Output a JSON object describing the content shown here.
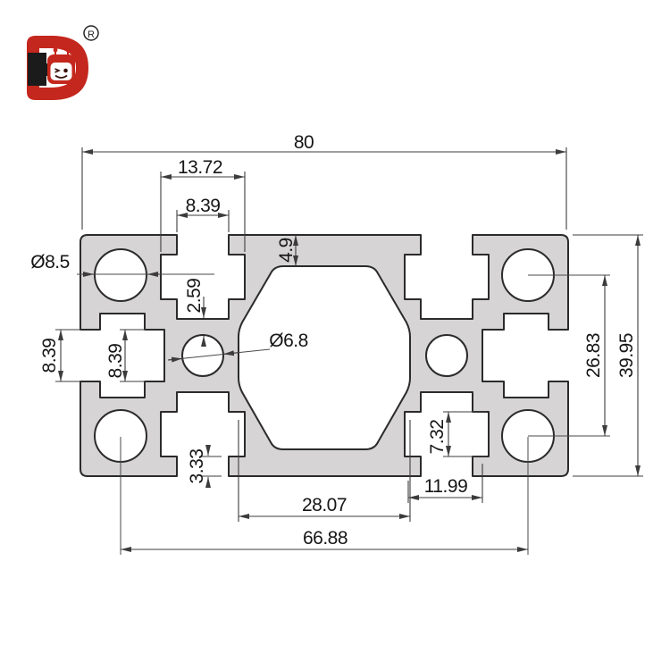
{
  "page": {
    "background": "#ffffff"
  },
  "logo": {
    "registered_mark": "R",
    "colors": {
      "red": "#c4271d",
      "black": "#1b1b1b",
      "face": "#ffffff",
      "features": "#3a120c"
    }
  },
  "drawing": {
    "type": "aluminium-profile-cross-section",
    "profile_fill": "#d6d4d5",
    "outline_color": "#2b2b2b",
    "dimension_color": "#3c3c3c",
    "dimensions": {
      "overall_width": "80",
      "slot_cavity_width": "13.72",
      "slot_opening_width": "8.39",
      "top_wall_thickness": "4.9",
      "slot_to_hole_wall": "2.59",
      "corner_hole_diameter": "Ø8.5",
      "side_slot_opening_height": "8.39",
      "side_slot_inner_height": "8.39",
      "center_hole_diameter": "Ø6.8",
      "hole_vertical_spacing": "26.83",
      "overall_height": "39.95",
      "bottom_slot_cavity_depth": "7.32",
      "bottom_wall_thickness": "3.33",
      "bottom_slot_offset": "11.99",
      "center_cavity_width": "28.07",
      "hole_horizontal_spacing": "66.88"
    }
  }
}
